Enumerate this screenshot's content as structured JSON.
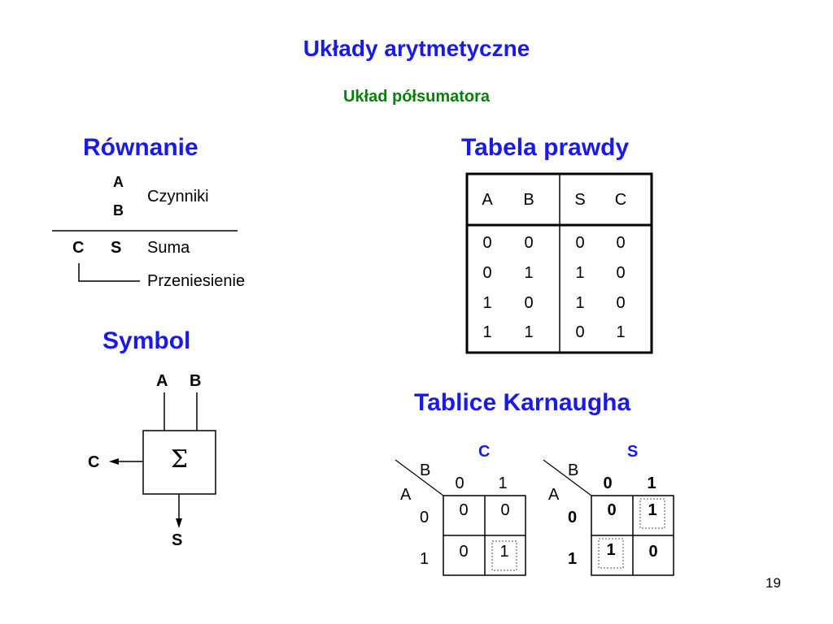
{
  "slide": {
    "title": "Układy arytmetyczne",
    "subtitle": "Układ półsumatora",
    "page_number": "19"
  },
  "equation": {
    "heading": "Równanie",
    "input_a": "A",
    "input_b": "B",
    "factors_label": "Czynniki",
    "carry": "C",
    "sum": "S",
    "sum_label": "Suma",
    "carry_label": "Przeniesienie"
  },
  "symbol": {
    "heading": "Symbol",
    "input_a": "A",
    "input_b": "B",
    "sigma": "Σ",
    "carry_out": "C",
    "sum_out": "S"
  },
  "truth_table": {
    "heading": "Tabela prawdy",
    "headers": [
      "A",
      "B",
      "S",
      "C"
    ],
    "rows": [
      [
        "0",
        "0",
        "0",
        "0"
      ],
      [
        "0",
        "1",
        "1",
        "0"
      ],
      [
        "1",
        "0",
        "1",
        "0"
      ],
      [
        "1",
        "1",
        "0",
        "1"
      ]
    ]
  },
  "karnaugh": {
    "heading": "Tablice Karnaugha",
    "maps": [
      {
        "name": "C",
        "var_col": "B",
        "var_row": "A",
        "col_labels": [
          "0",
          "1"
        ],
        "row_labels": [
          "0",
          "1"
        ],
        "cells": [
          [
            "0",
            "0"
          ],
          [
            "0",
            "1"
          ]
        ],
        "highlighted": [
          [
            1,
            1
          ]
        ]
      },
      {
        "name": "S",
        "var_col": "B",
        "var_row": "A",
        "col_labels": [
          "0",
          "1"
        ],
        "row_labels": [
          "0",
          "1"
        ],
        "cells": [
          [
            "0",
            "1"
          ],
          [
            "1",
            "0"
          ]
        ],
        "highlighted": [
          [
            0,
            1
          ],
          [
            1,
            0
          ]
        ]
      }
    ]
  }
}
